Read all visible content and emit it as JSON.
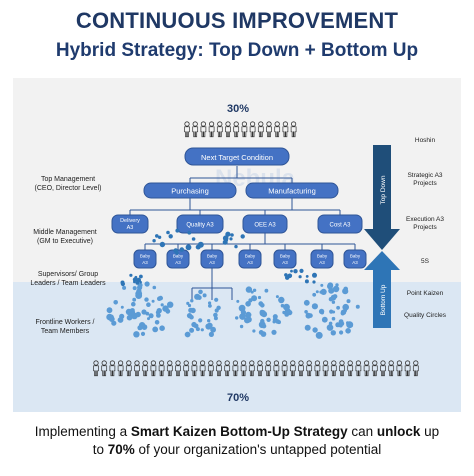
{
  "title": "CONTINUOUS IMPROVEMENT",
  "subtitle": "Hybrid Strategy: Top Down + Bottom Up",
  "top_percent": "30%",
  "bottom_percent": "70%",
  "watermark": "Nebula",
  "left_labels": {
    "top_mgmt": "Top Management\n(CEO, Director Level)",
    "middle_mgmt": "Middle Management\n(GM to Executive)",
    "supervisors": "Supervisors/ Group\nLeaders / Team Leaders",
    "frontline": "Frontline Workers /\nTeam Members"
  },
  "nodes": {
    "target": "Next Target Condition",
    "purchasing": "Purchasing",
    "manufacturing": "Manufacturing",
    "delivery": "Delivery\nA3",
    "quality": "Quality A3",
    "oee": "OEE A3",
    "cost": "Cost A3",
    "baby": "Baby\nA3"
  },
  "arrows": {
    "top_down": "Top Down",
    "bottom_up": "Bottom Up"
  },
  "right_labels": {
    "hoshin": "Hoshin",
    "strategic": "Strategic A3\nProjects",
    "execution": "Execution A3\nProjects",
    "five_s": "5S",
    "point_kaizen": "Point Kaizen",
    "quality_circles": "Quality Circles"
  },
  "footer": {
    "line1_part1": "Implementing a ",
    "line1_bold1": "Smart Kaizen Bottom-Up Strategy",
    "line1_part2": " can ",
    "line1_bold2": "unlock",
    "line1_part3": " up",
    "line2_part1": "to ",
    "line2_bold1": "70%",
    "line2_part2": " of your organization's untapped potential"
  },
  "colors": {
    "title": "#1f3864",
    "node_blue": "#4472c4",
    "node_border": "#2f5597",
    "dot_blue": "#5b9bd5",
    "arrow_dark": "#1f4e79",
    "arrow_light": "#2e75b6"
  }
}
